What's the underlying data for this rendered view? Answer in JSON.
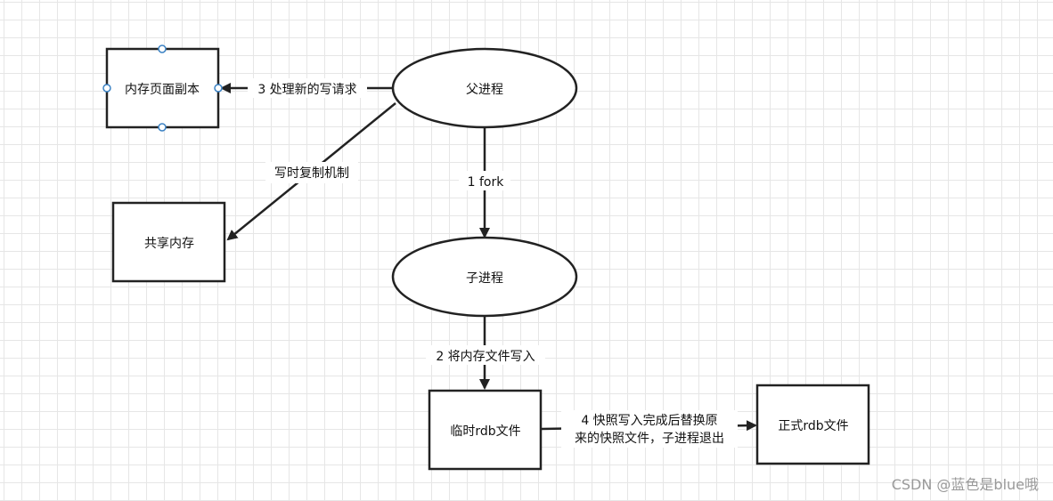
{
  "diagram": {
    "nodes": {
      "parent": "父进程",
      "child": "子进程",
      "page_copy": "内存页面副本",
      "shared_memory": "共享内存",
      "temp_rdb": "临时rdb文件",
      "final_rdb": "正式rdb文件"
    },
    "edges": {
      "fork": "1 fork",
      "write_memory": "2 将内存文件写入",
      "handle_writes": "3 处理新的写请求",
      "copy_on_write": "写时复制机制",
      "replace_line1": "4 快照写入完成后替换原",
      "replace_line2": "来的快照文件，子进程退出"
    }
  },
  "watermark": "CSDN @蓝色是blue哦",
  "colors": {
    "stroke": "#222222",
    "grid": "#e6e6e6",
    "handle": "#3b82c4"
  }
}
